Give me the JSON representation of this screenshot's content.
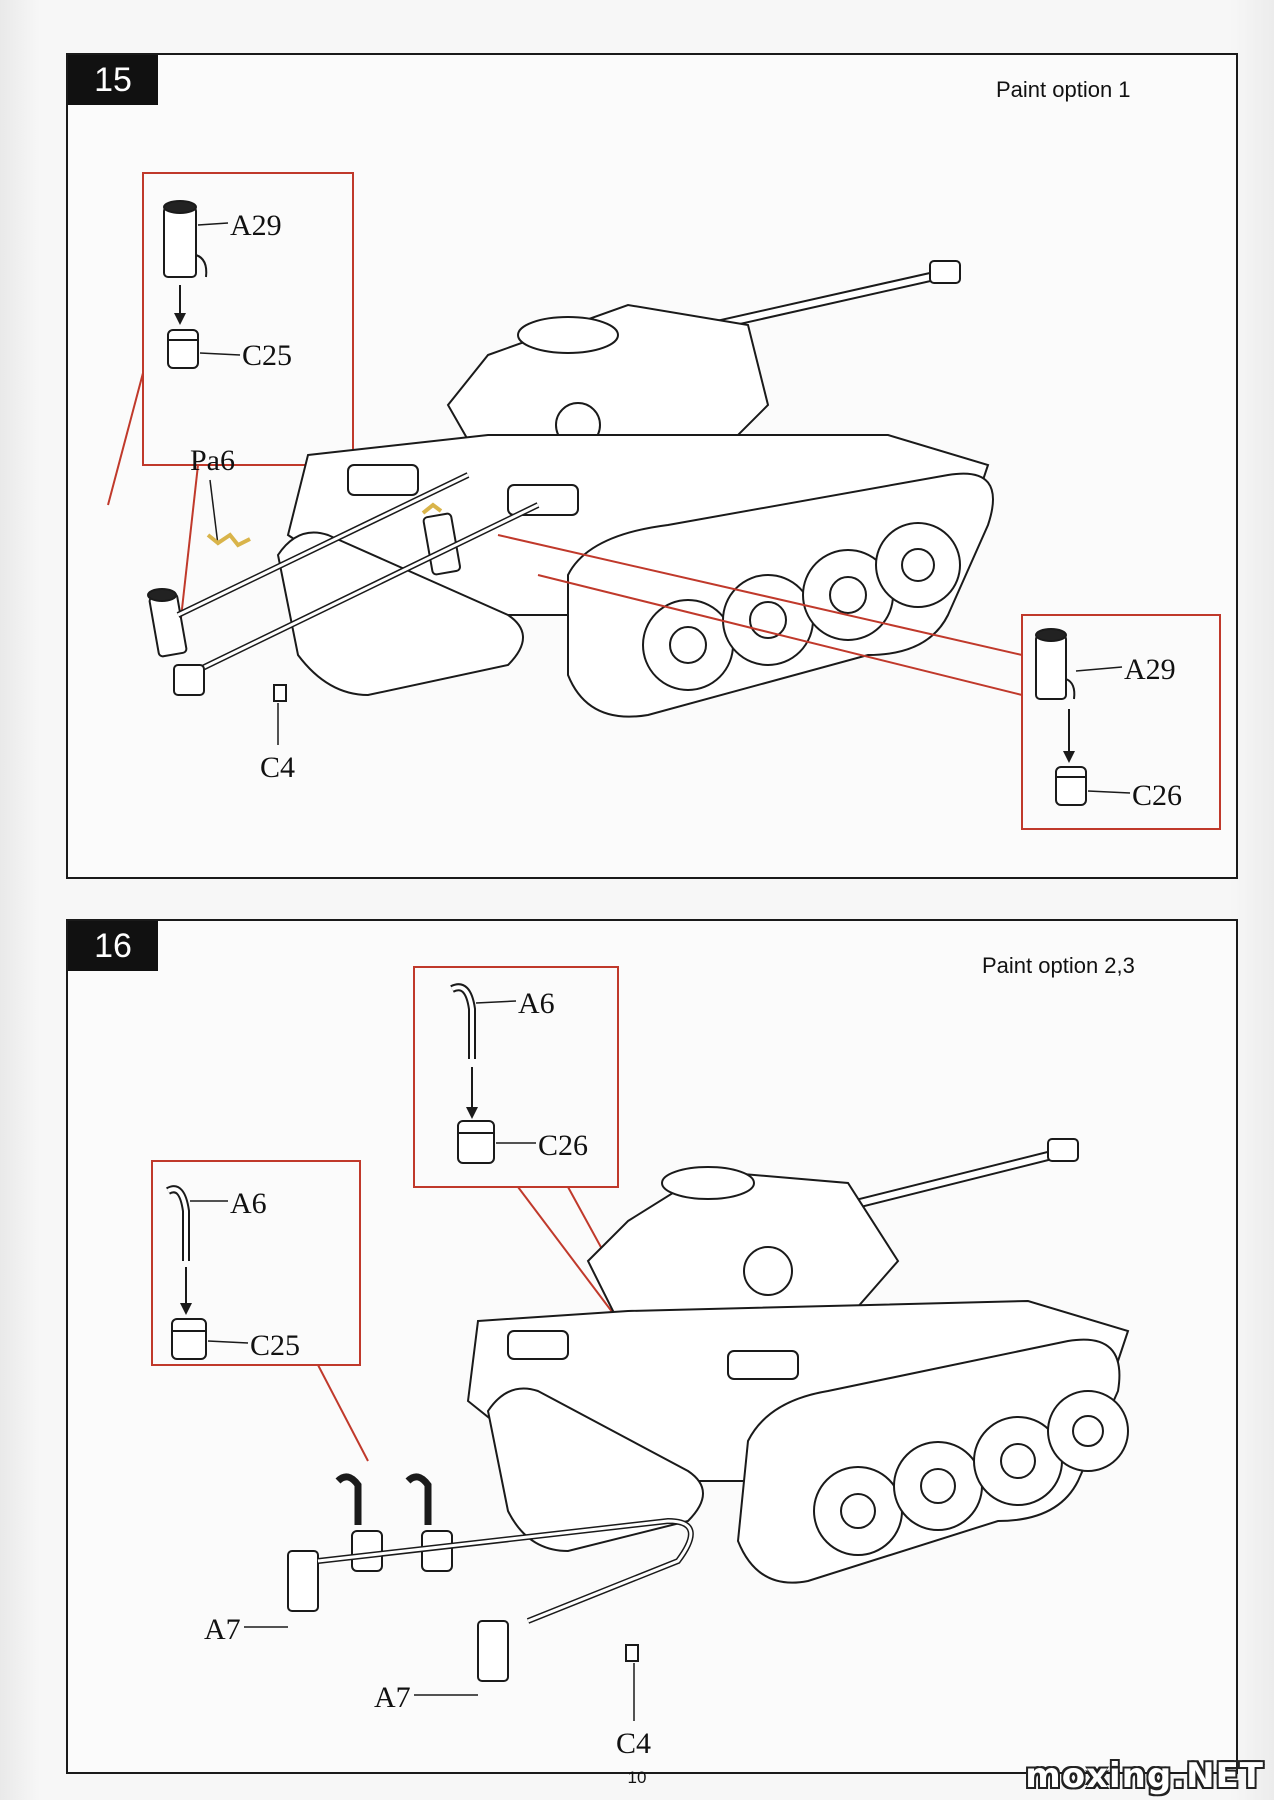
{
  "steps": [
    {
      "number": "15",
      "paint_option": "Paint option 1",
      "labels": {
        "a29_left": "A29",
        "c25": "C25",
        "pa6": "Pa6",
        "c4": "C4",
        "a29_right": "A29",
        "c26": "C26"
      }
    },
    {
      "number": "16",
      "paint_option": "Paint option 2,3",
      "labels": {
        "a6_top": "A6",
        "c26": "C26",
        "a6_left": "A6",
        "c25": "C25",
        "a7_left": "A7",
        "a7_bottom": "A7",
        "c4": "C4"
      }
    }
  ],
  "page_number": "10",
  "watermark": "moxing.NET",
  "colors": {
    "callout_box": "#c0392b",
    "line_art": "#1a1a1a",
    "photo_etch": "#d9b44a"
  }
}
